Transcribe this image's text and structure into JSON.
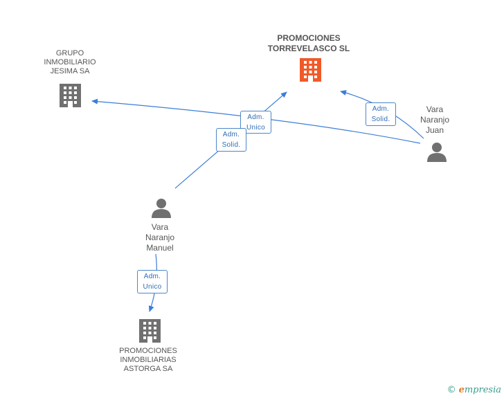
{
  "nodes": {
    "main_company": {
      "label": "PROMOCIONES\nTORREVELASCO SL",
      "color": "#f05a28"
    },
    "grupo": {
      "label": "GRUPO\nINMOBILIARIO\nJESIMA SA",
      "color": "#707070"
    },
    "astorga": {
      "label": "PROMOCIONES\nINMOBILIARIAS\nASTORGA SA",
      "color": "#707070"
    },
    "juan": {
      "label": "Vara\nNaranjo\nJuan",
      "color": "#707070"
    },
    "manuel": {
      "label": "Vara\nNaranjo\nManuel",
      "color": "#707070"
    }
  },
  "edges": {
    "juan_grupo": {
      "label": "Adm.\nUnico"
    },
    "manuel_main": {
      "label": "Adm.\nSolid."
    },
    "juan_main": {
      "label": "Adm.\nSolid."
    },
    "manuel_astorga": {
      "label": "Adm.\nUnico"
    }
  },
  "colors": {
    "edge": "#3b7dd8"
  },
  "watermark": {
    "copyright": "©",
    "brand_first": "e",
    "brand_rest": "mpresia"
  }
}
